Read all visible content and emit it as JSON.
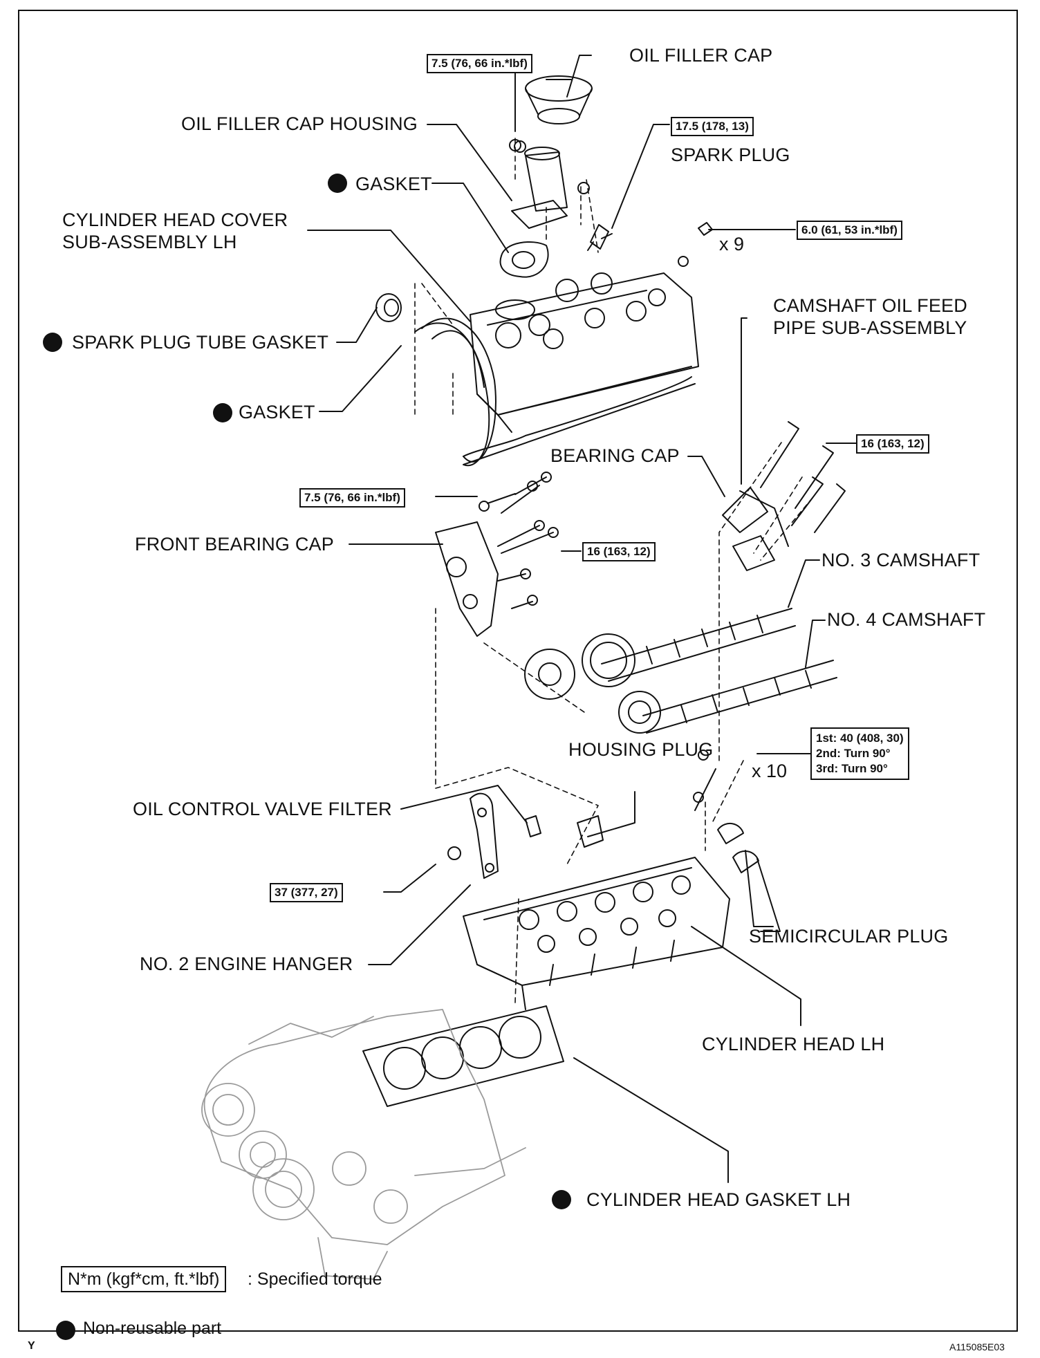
{
  "labels": {
    "oil_filler_cap": "OIL FILLER CAP",
    "oil_filler_cap_housing": "OIL FILLER CAP HOUSING",
    "spark_plug": "SPARK PLUG",
    "gasket_housing": "GASKET",
    "cylinder_head_cover_1": "CYLINDER HEAD COVER",
    "cylinder_head_cover_2": "SUB-ASSEMBLY LH",
    "spark_plug_tube_gasket": "SPARK PLUG TUBE GASKET",
    "gasket_cover": "GASKET",
    "camshaft_oil_feed_1": "CAMSHAFT OIL FEED",
    "camshaft_oil_feed_2": "PIPE SUB-ASSEMBLY",
    "bearing_cap": "BEARING CAP",
    "front_bearing_cap": "FRONT BEARING CAP",
    "no3_camshaft": "NO. 3 CAMSHAFT",
    "no4_camshaft": "NO. 4 CAMSHAFT",
    "housing_plug": "HOUSING PLUG",
    "oil_control_valve_filter": "OIL CONTROL VALVE FILTER",
    "no2_engine_hanger": "NO. 2 ENGINE HANGER",
    "semicircular_plug": "SEMICIRCULAR PLUG",
    "cylinder_head_lh": "CYLINDER HEAD LH",
    "cylinder_head_gasket_lh": "CYLINDER HEAD GASKET LH"
  },
  "torques": {
    "filler_housing": "7.5 (76, 66 in.*lbf)",
    "spark_plug": "17.5 (178, 13)",
    "cover_bolts": "6.0 (61, 53 in.*lbf)",
    "bearing_cap": "16 (163, 12)",
    "front_cap_small": "7.5 (76, 66 in.*lbf)",
    "front_cap": "16 (163, 12)",
    "head_bolt_1": "1st: 40 (408, 30)",
    "head_bolt_2": "2nd: Turn 90°",
    "head_bolt_3": "3rd: Turn 90°",
    "hanger": "37 (377, 27)"
  },
  "multipliers": {
    "cover_bolts": "x 9",
    "head_bolts": "x 10"
  },
  "legend": {
    "torque_units": "N*m (kgf*cm, ft.*lbf)",
    "torque_desc": ": Specified torque",
    "non_reusable": "Non-reusable part"
  },
  "footer": {
    "left_mark": "Y",
    "figure_id": "A115085E03"
  }
}
